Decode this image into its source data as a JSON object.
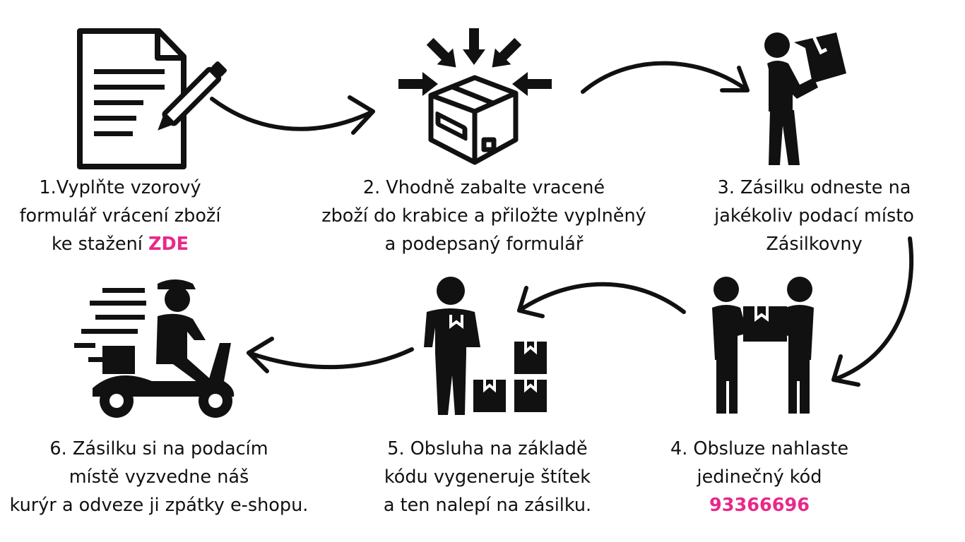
{
  "colors": {
    "accent": "#e8288a",
    "ink": "#111111",
    "background": "#ffffff"
  },
  "steps": [
    {
      "icon": "document-pen-icon",
      "lines": [
        "1.Vyplňte vzorový",
        "formulář vrácení zboží",
        "ke stažení"
      ],
      "highlight": "ZDE"
    },
    {
      "icon": "packed-box-icon",
      "lines": [
        "2. Vhodně zabalte vracené",
        "zboží do krabice a přiložte vyplněný",
        "a podepsaný formulář"
      ]
    },
    {
      "icon": "person-carrying-box-icon",
      "lines": [
        "3. Zásilku odneste na",
        "jakékoliv podací místo",
        "Zásilkovny"
      ]
    },
    {
      "icon": "handover-box-icon",
      "lines": [
        "4. Obsluze nahlaste",
        "jedinečný kód"
      ],
      "highlight": "93366696"
    },
    {
      "icon": "person-with-boxes-icon",
      "lines": [
        "5. Obsluha na základě",
        "kódu vygeneruje štítek",
        "a ten nalepí na zásilku."
      ]
    },
    {
      "icon": "courier-scooter-icon",
      "lines": [
        "6. Zásilku si na podacím",
        "místě vyzvedne náš",
        "kurýr a odveze ji zpátky e-shopu."
      ]
    }
  ]
}
